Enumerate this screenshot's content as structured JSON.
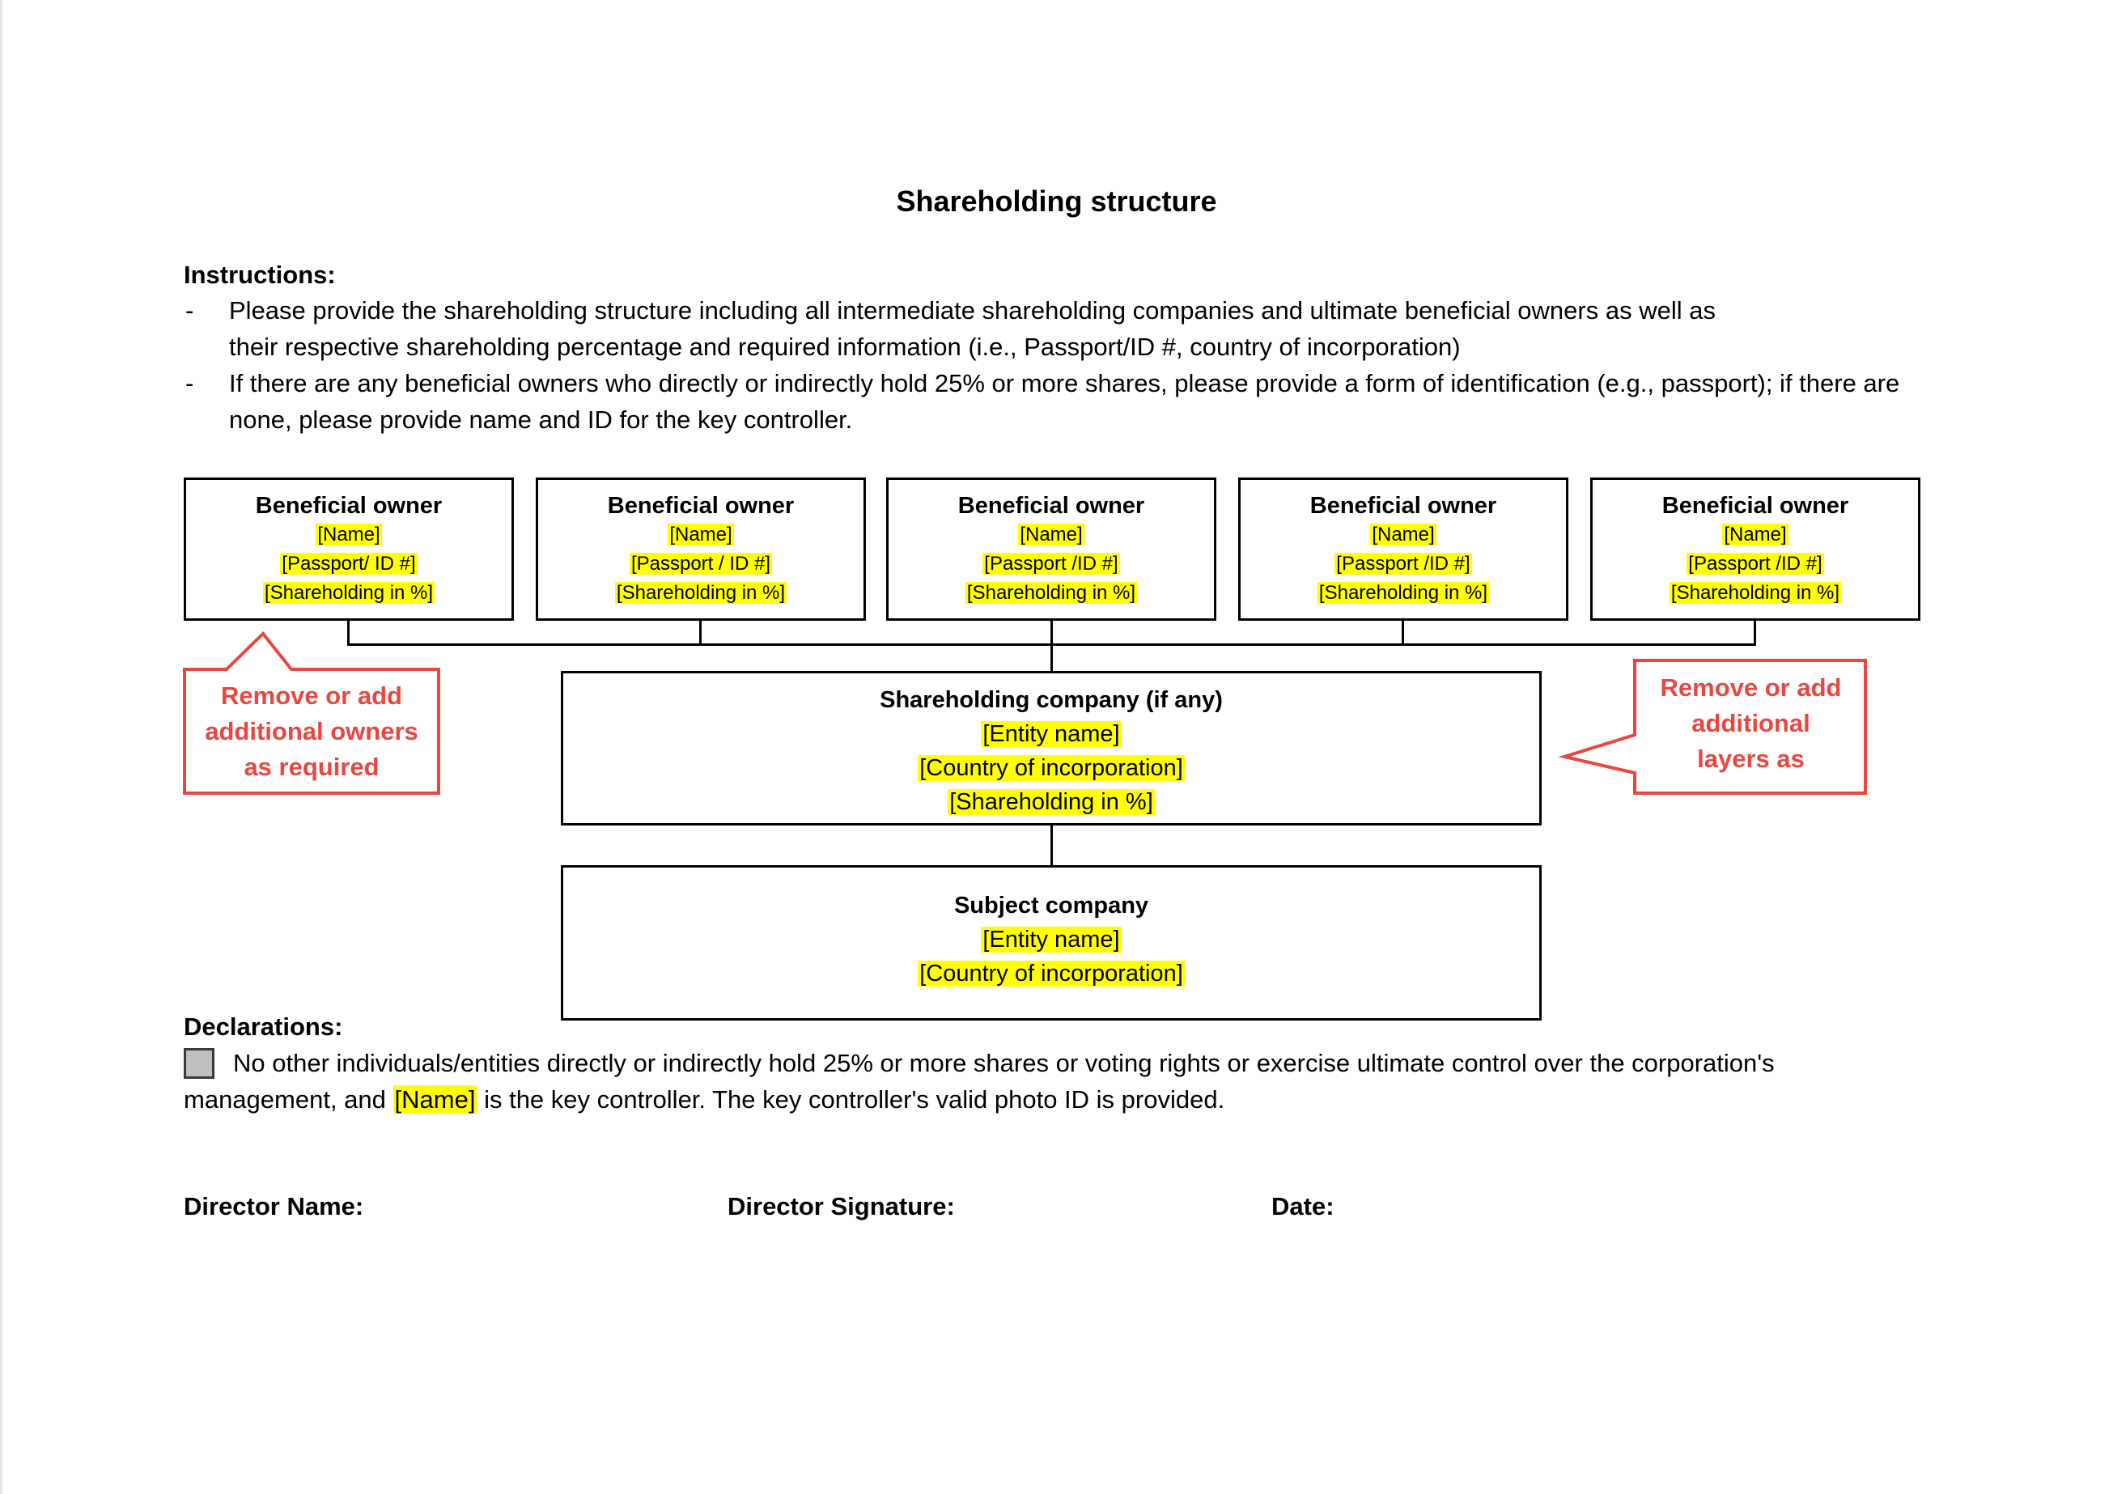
{
  "title": "Shareholding structure",
  "instructions": {
    "label": "Instructions:",
    "items": [
      {
        "dash": "-",
        "line1": "Please provide the shareholding structure including all intermediate shareholding companies and ultimate beneficial owners as well as",
        "line2": "their respective shareholding percentage and required information (i.e., Passport/ID #, country of incorporation)"
      },
      {
        "dash": "-",
        "line1": "If there are any beneficial owners who directly or indirectly hold 25% or more shares, please provide a form of identification (e.g., passport); if there are",
        "line2": "none, please provide name and ID for the key controller."
      }
    ]
  },
  "owners": [
    {
      "title": "Beneficial owner",
      "name": "[Name]",
      "passport": "[Passport/ ID #]",
      "shareholding": "[Shareholding in %]"
    },
    {
      "title": "Beneficial owner",
      "name": "[Name]",
      "passport": "[Passport / ID #]",
      "shareholding": "[Shareholding in %]"
    },
    {
      "title": "Beneficial owner",
      "name": "[Name]",
      "passport": "[Passport /ID #]",
      "shareholding": "[Shareholding in %]"
    },
    {
      "title": "Beneficial owner",
      "name": "[Name]",
      "passport": "[Passport /ID #]",
      "shareholding": "[Shareholding in %]"
    },
    {
      "title": "Beneficial owner",
      "name": "[Name]",
      "passport": "[Passport /ID #]",
      "shareholding": "[Shareholding in %]"
    }
  ],
  "shareholding_company": {
    "title": "Shareholding company (if any)",
    "entity": "[Entity name]",
    "country": "[Country of incorporation]",
    "shareholding": "[Shareholding in %]"
  },
  "subject_company": {
    "title": "Subject company",
    "entity": "[Entity name]",
    "country": "[Country of incorporation]"
  },
  "callouts": {
    "owners": [
      "Remove or add",
      "additional owners",
      "as required"
    ],
    "layers": [
      "Remove or add",
      "additional",
      "layers as"
    ],
    "color": "#e8473f"
  },
  "declarations": {
    "label": "Declarations:",
    "line1": "No other individuals/entities directly or indirectly hold 25% or more shares or voting rights or exercise ultimate control over the corporation's",
    "line2_pre": "management, and",
    "name_placeholder": "[Name]",
    "line2_post": "is the key controller. The key controller's valid photo ID is provided.",
    "checkbox_checked": false
  },
  "signature": {
    "director_name": "Director Name:",
    "director_signature": "Director Signature:",
    "date": "Date:"
  },
  "colors": {
    "highlight": "#ffff00",
    "callout": "#e8473f",
    "checkbox_fill": "#bfbfbf"
  }
}
